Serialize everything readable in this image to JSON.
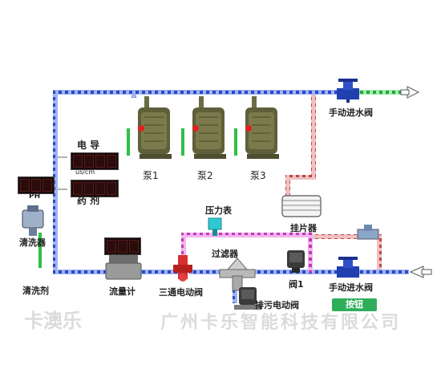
{
  "labels": {
    "conductivity": "电 导",
    "conductivity_unit": "us/cm",
    "chemical": "药 剂",
    "ph": "PH",
    "pump1": "泵1",
    "pump2": "泵2",
    "pump3": "泵3",
    "pressure_gauge": "压力表",
    "filter": "过滤器",
    "hanger": "挂片器",
    "manual_inlet_valve_top": "手动进水阀",
    "manual_inlet_valve_bottom": "手动进水阀",
    "cleaner": "清洗器",
    "cleaning_agent": "清洗剂",
    "flowmeter": "流量计",
    "three_way_valve": "三通电动阀",
    "valve1": "阀1",
    "drain_valve": "排污电动阀",
    "button": "按钮"
  },
  "watermark": {
    "logo_text": "卡澳乐",
    "company": "广州卡乐智能科技有限公司"
  },
  "colors": {
    "pipe_blue": "#3a5ad8",
    "pipe_green": "#37c24a",
    "pipe_magenta": "#d040c8",
    "pipe_red": "#d05050",
    "pump_body": "#5a5a3a",
    "digit_red": "#ff3333",
    "button_green": "#2fae5a"
  }
}
